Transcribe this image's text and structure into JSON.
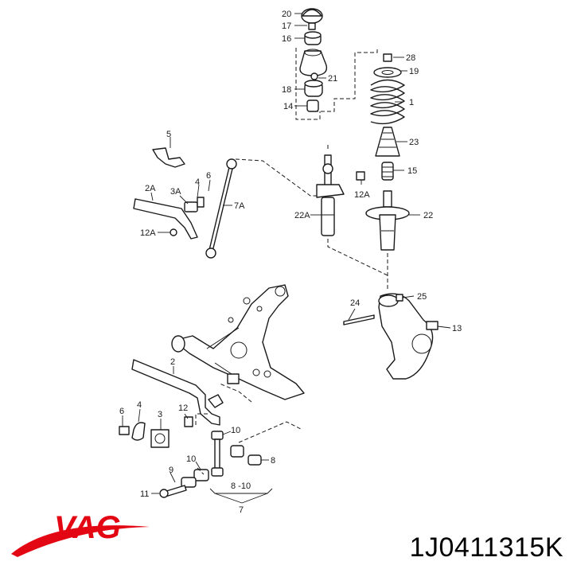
{
  "colors": {
    "line": "#1a1a1a",
    "logo": "#e30613",
    "background": "#ffffff"
  },
  "brand": {
    "logo_text": "VAG"
  },
  "part_number": "1J0411315K",
  "callouts": [
    "20",
    "17",
    "16",
    "18",
    "21",
    "14",
    "28",
    "19",
    "1",
    "23",
    "15",
    "5",
    "6",
    "4",
    "2A",
    "3A",
    "7A",
    "12A",
    "12A",
    "22A",
    "22",
    "24",
    "25",
    "13",
    "2",
    "6",
    "4",
    "3",
    "12",
    "10",
    "8",
    "9",
    "10",
    "11",
    "8 -10",
    "7"
  ]
}
